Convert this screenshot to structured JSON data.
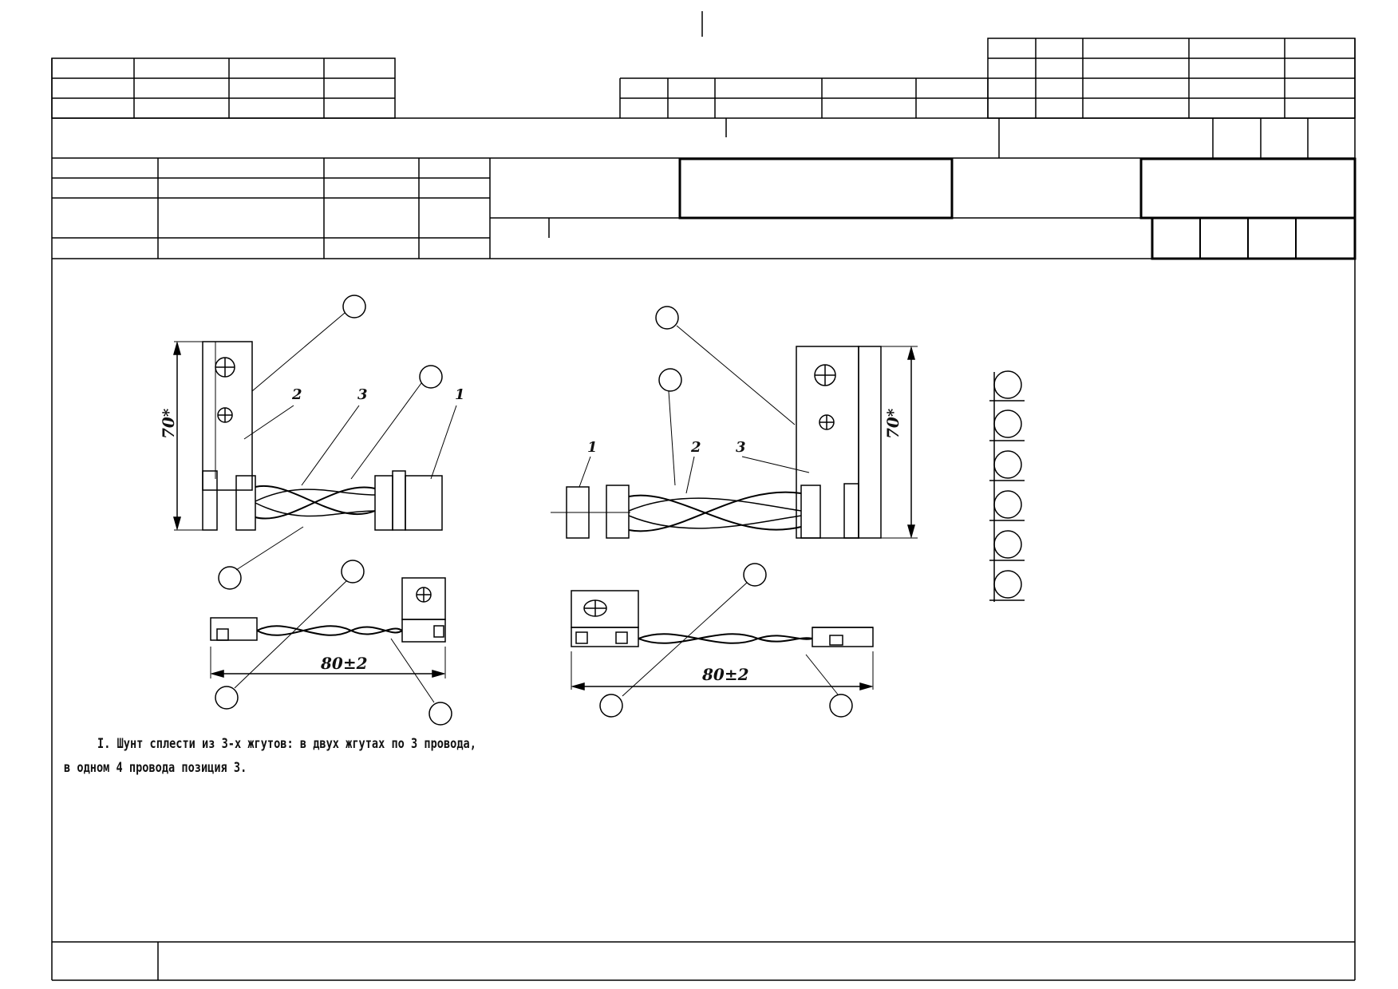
{
  "drawing": {
    "labels": {
      "dim_height": "70*",
      "dim_length": "80±2",
      "pos_1": "1",
      "pos_2": "2",
      "pos_3": "3"
    },
    "notes": {
      "line1": "I. Шунт сплести из 3-х жгутов: в двух жгутах по 3 провода,",
      "line2": "в одном 4 провода позиция 3."
    }
  }
}
